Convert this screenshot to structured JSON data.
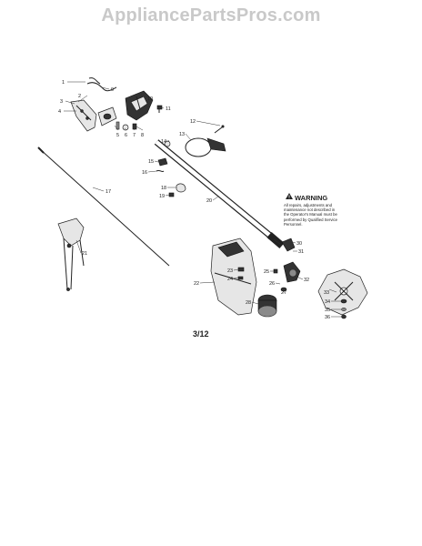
{
  "watermark": "AppliancePartsPros.com",
  "warning": {
    "title": "WARNING",
    "lines": [
      "All repairs, adjustments and",
      "maintenance not described in",
      "the Operator's Manual must be",
      "performed by Qualified Service",
      "Personnel."
    ]
  },
  "page_number": "3/12",
  "callouts": [
    "1",
    "2",
    "3",
    "4",
    "5",
    "6",
    "7",
    "8",
    "9",
    "10",
    "11",
    "12",
    "13",
    "14",
    "15",
    "16",
    "17",
    "18",
    "19",
    "20",
    "21",
    "22",
    "23",
    "24",
    "25",
    "26",
    "27",
    "28",
    "29",
    "30",
    "31",
    "32",
    "33",
    "34",
    "35",
    "36"
  ]
}
